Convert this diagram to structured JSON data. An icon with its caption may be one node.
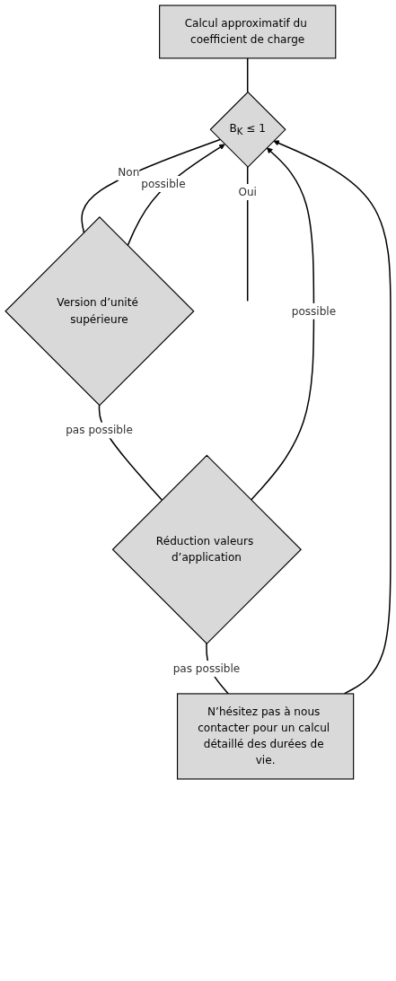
{
  "diagram": {
    "nodes": [
      {
        "text": [
          "Calcul approximatif du coefficient de charge"
        ]
      },
      {
        "text": [
          "B$_{K}$ ≤ 1"
        ]
      },
      {
        "text": [
          "Version d’unité supérieure"
        ]
      },
      {
        "text": [
          "Réduction valeurs d’application"
        ]
      },
      {
        "text": [
          "N’hésitez pas à nous contacter pour un calcul détaillé des durées de vie."
        ]
      }
    ],
    "edges": [
      {
        "from": 0,
        "to": 1,
        "arrow": "none"
      },
      {
        "from": 1,
        "to": null,
        "label": "Oui",
        "arrow": "none"
      },
      {
        "from": 1,
        "to": 2,
        "label": "Non",
        "arrow": "none"
      },
      {
        "from": 2,
        "to": 1,
        "label": "possible",
        "arrow": "to"
      },
      {
        "from": 2,
        "to": 3,
        "label": "pas possible",
        "arrow": "none"
      },
      {
        "from": 3,
        "to": 1,
        "label": "possible",
        "arrow": "to"
      },
      {
        "from": 3,
        "to": 4,
        "label": "pas possible",
        "arrow": "none"
      },
      {
        "from": 4,
        "to": 1,
        "arrow": "to"
      }
    ]
  }
}
